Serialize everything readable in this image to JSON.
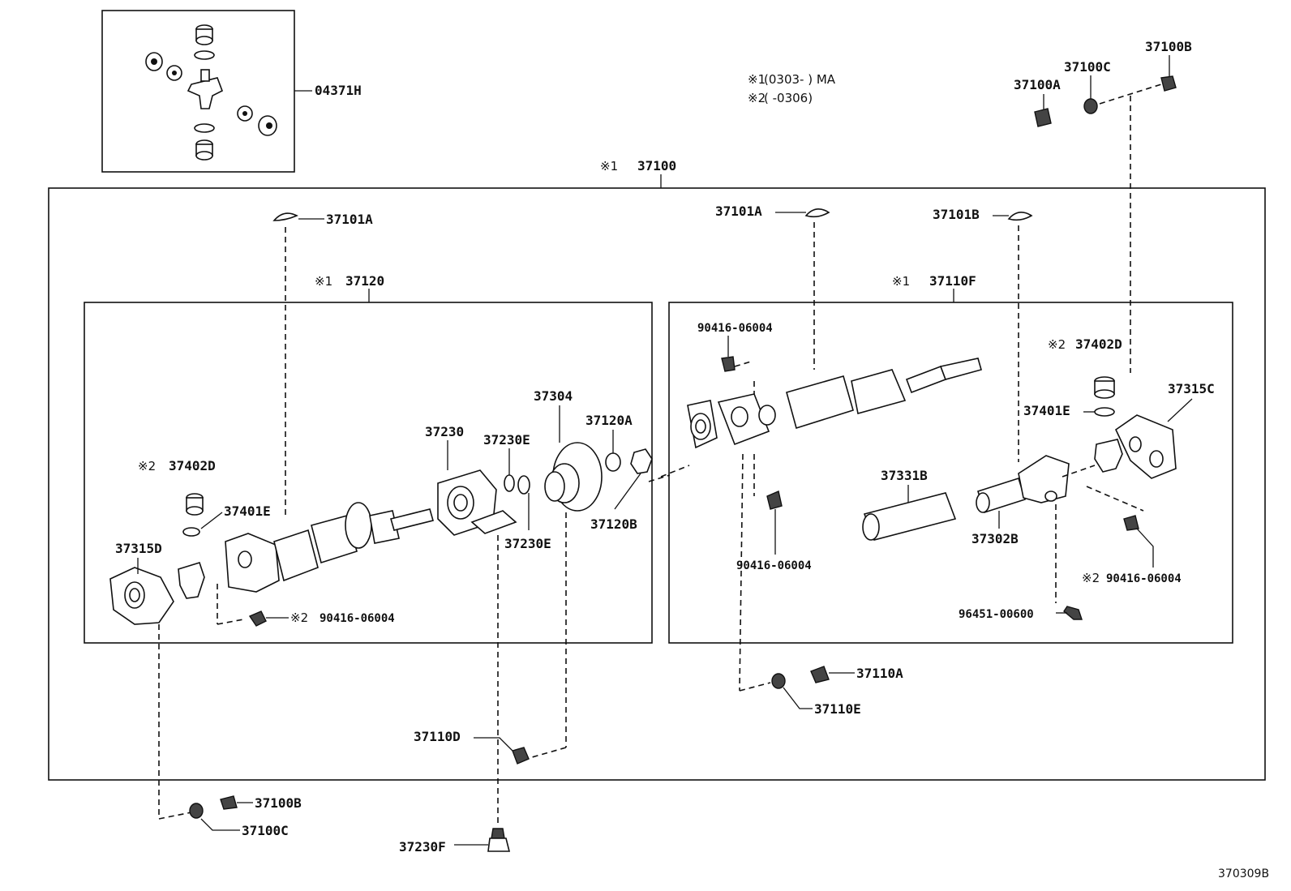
{
  "notes": {
    "n1_mark": "※1",
    "n1_text": "(0303-       ) MA",
    "n2_mark": "※2",
    "n2_text": "(       -0306)"
  },
  "labels": {
    "l_04371H": "04371H",
    "l_37100": "37100",
    "l_37100_mark": "※1",
    "l_37100B_top": "37100B",
    "l_37100C_top": "37100C",
    "l_37100A": "37100A",
    "l_37101A_left": "37101A",
    "l_37101A_mid": "37101A",
    "l_37101B": "37101B",
    "l_37120": "37120",
    "l_37120_mark": "※1",
    "l_37110F": "37110F",
    "l_37110F_mark": "※1",
    "l_90416_top": "90416-06004",
    "l_37402D_right_mark": "※2",
    "l_37402D_right": "37402D",
    "l_37315C": "37315C",
    "l_37401E_right": "37401E",
    "l_37331B": "37331B",
    "l_37302B": "37302B",
    "l_90416_mid": "90416-06004",
    "l_90416_right_mark": "※2",
    "l_90416_right": "90416-06004",
    "l_96451": "96451-00600",
    "l_37304": "37304",
    "l_37230": "37230",
    "l_37230E_a": "37230E",
    "l_37230E_b": "37230E",
    "l_37120A": "37120A",
    "l_37120B": "37120B",
    "l_37402D_left_mark": "※2",
    "l_37402D_left": "37402D",
    "l_37401E_left": "37401E",
    "l_37315D": "37315D",
    "l_90416_left_mark": "※2",
    "l_90416_left": "90416-06004",
    "l_37110A": "37110A",
    "l_37110E": "37110E",
    "l_37110D": "37110D",
    "l_37100B_bot": "37100B",
    "l_37100C_bot": "37100C",
    "l_37230F": "37230F"
  },
  "figure_code": "370309B"
}
